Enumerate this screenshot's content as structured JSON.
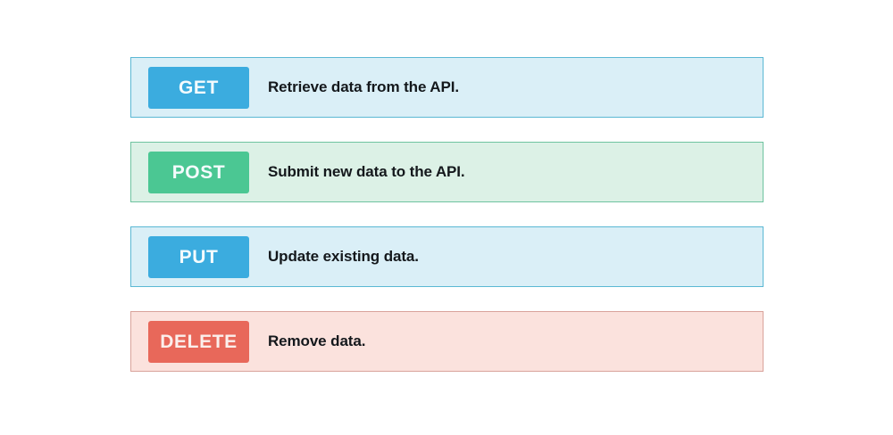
{
  "page": {
    "background": "#ffffff"
  },
  "table": {
    "rows": [
      {
        "method": "GET",
        "description": "Retrieve data from the API.",
        "badge_color": "#3BACDF",
        "row_background": "#DAEFF7",
        "row_border": "#5BB8D4",
        "badge_text_color": "#F4FBFD"
      },
      {
        "method": "POST",
        "description": "Submit new data to the API.",
        "badge_color": "#4BC793",
        "row_background": "#DCF1E6",
        "row_border": "#6FC3A0",
        "badge_text_color": "#F4FBFD"
      },
      {
        "method": "PUT",
        "description": "Update existing data.",
        "badge_color": "#3BACDF",
        "row_background": "#DAEFF7",
        "row_border": "#5BB8D4",
        "badge_text_color": "#F4FBFD"
      },
      {
        "method": "DELETE",
        "description": "Remove data.",
        "badge_color": "#E8685A",
        "row_background": "#FBE2DD",
        "row_border": "#D9A39B",
        "badge_text_color": "#FBEFEC"
      }
    ]
  }
}
